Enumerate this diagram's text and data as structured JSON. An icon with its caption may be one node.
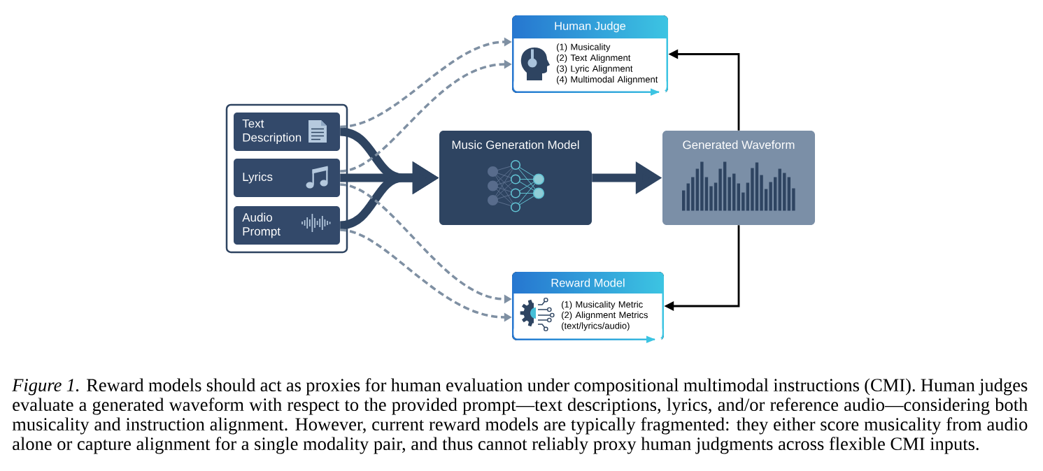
{
  "diagram": {
    "nodes": [
      {
        "text": [],
        "shape": "box"
      },
      {
        "text": [
          "Text Description"
        ],
        "in": 0
      },
      {
        "text": [
          "Lyrics"
        ],
        "in": 0
      },
      {
        "text": [
          "Audio Prompt"
        ],
        "in": 0
      },
      {
        "text": [
          "Music Generation Model"
        ]
      },
      {
        "text": [
          "Generated Waveform"
        ]
      },
      {
        "text": [
          "Human Judge",
          "(1) Musicality",
          "(2) Text Alignment",
          "(3) Lyric Alignment",
          "(4) Multimodal Alignment"
        ]
      },
      {
        "text": [
          "Reward Model",
          "(1) Musicality Metric",
          "(2) Alignment Metrics (text/lyrics/audio)"
        ]
      }
    ],
    "edges": [
      {
        "from": 1,
        "to": 4,
        "arrow": "to",
        "style": "thick",
        "color": "#2e4461"
      },
      {
        "from": 2,
        "to": 4,
        "arrow": "to",
        "style": "thick",
        "color": "#2e4461"
      },
      {
        "from": 3,
        "to": 4,
        "arrow": "to",
        "style": "thick",
        "color": "#2e4461"
      },
      {
        "from": 4,
        "to": 5,
        "arrow": "to",
        "style": "thick",
        "color": "#2e4461"
      },
      {
        "from": 5,
        "to": 6,
        "arrow": "to",
        "color": "#000000"
      },
      {
        "from": 5,
        "to": 7,
        "arrow": "to",
        "color": "#000000"
      },
      {
        "from": 1,
        "to": 6,
        "arrow": "to",
        "style": "dashed",
        "color": "#7f90a3"
      },
      {
        "from": 2,
        "to": 6,
        "arrow": "to",
        "style": "dashed",
        "color": "#7f90a3"
      },
      {
        "from": 2,
        "to": 7,
        "arrow": "to",
        "style": "dashed",
        "color": "#7f90a3"
      },
      {
        "from": 3,
        "to": 7,
        "arrow": "to",
        "style": "dashed",
        "color": "#7f90a3"
      }
    ],
    "caption": "*Figure 1.* Reward models should act as proxies for human evaluation under compositional multimodal instructions (CMI). Human judges evaluate a generated waveform with respect to the provided prompt—text descriptions, lyrics, and/or reference audio—considering both musicality and instruction alignment. However, current reward models are typically fragmented: they either score musicality from audio alone or capture alignment for a single modality pair, and thus cannot reliably proxy human judgments across flexible CMI inputs."
  }
}
